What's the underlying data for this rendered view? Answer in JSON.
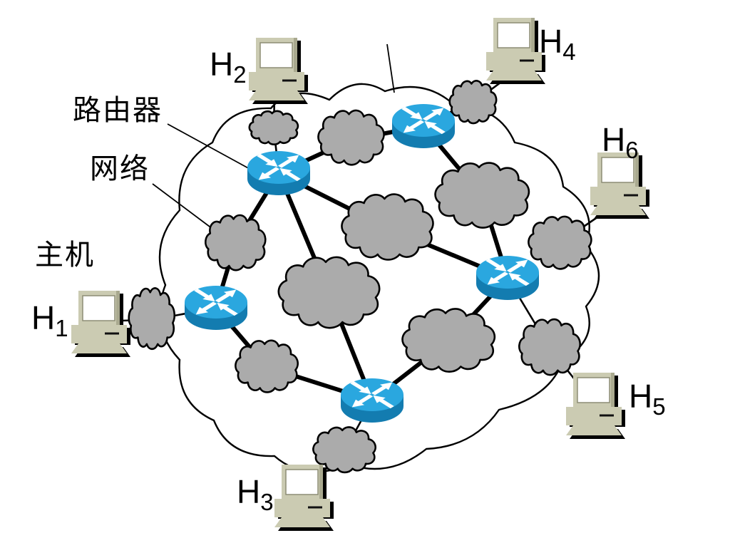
{
  "labels": {
    "router": "路由器",
    "network": "网络",
    "host": "主机"
  },
  "hosts": [
    {
      "prefix": "H",
      "sub": "1"
    },
    {
      "prefix": "H",
      "sub": "2"
    },
    {
      "prefix": "H",
      "sub": "3"
    },
    {
      "prefix": "H",
      "sub": "4"
    },
    {
      "prefix": "H",
      "sub": "5"
    },
    {
      "prefix": "H",
      "sub": "6"
    }
  ],
  "colors": {
    "router_top": "#2AA7DF",
    "router_side": "#137CB0",
    "cloud_fill": "#ABABAB",
    "internet_fill": "#FFFFFF",
    "computer_body": "#CBCBB2",
    "computer_shade": "#A9A98F",
    "screen": "#FFFFFF",
    "outline": "#000000",
    "link": "#000000"
  }
}
